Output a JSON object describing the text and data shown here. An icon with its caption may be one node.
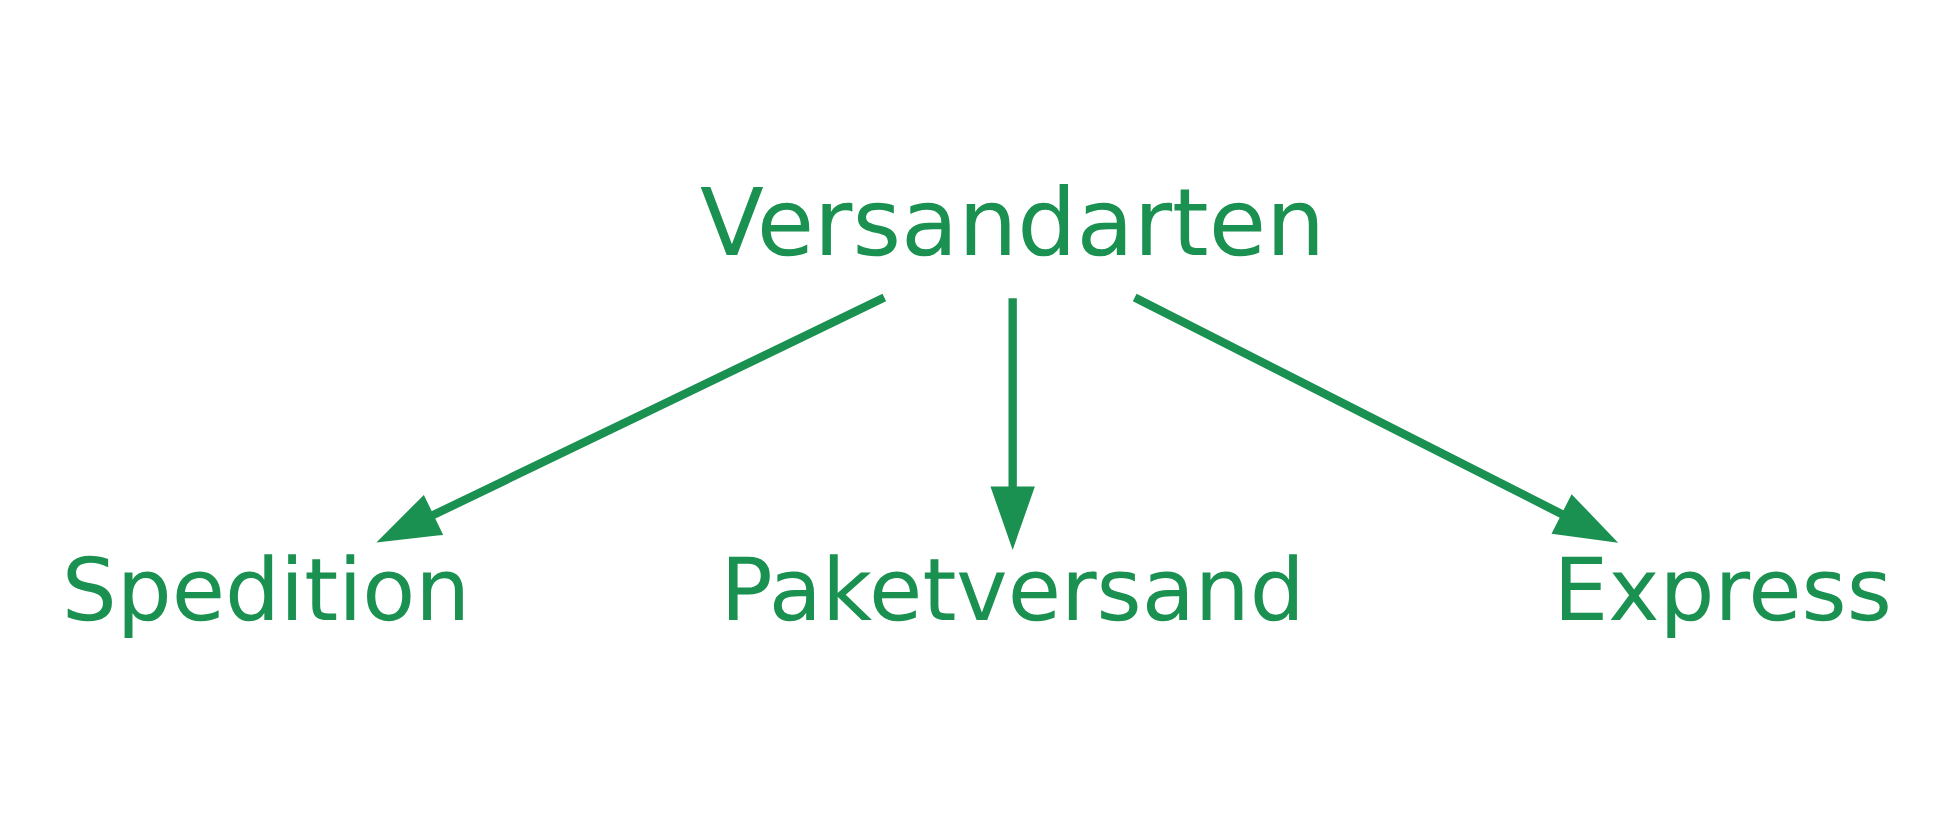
{
  "diagram": {
    "nodes": [
      {
        "text": [
          "Versandarten"
        ]
      },
      {
        "text": [
          "Spedition"
        ]
      },
      {
        "text": [
          "Paketversand"
        ]
      },
      {
        "text": [
          "Express"
        ]
      }
    ],
    "edges": [
      {
        "from": 0,
        "to": 1,
        "arrow": "to"
      },
      {
        "from": 0,
        "to": 2,
        "arrow": "to"
      },
      {
        "from": 0,
        "to": 3,
        "arrow": "to"
      }
    ]
  }
}
